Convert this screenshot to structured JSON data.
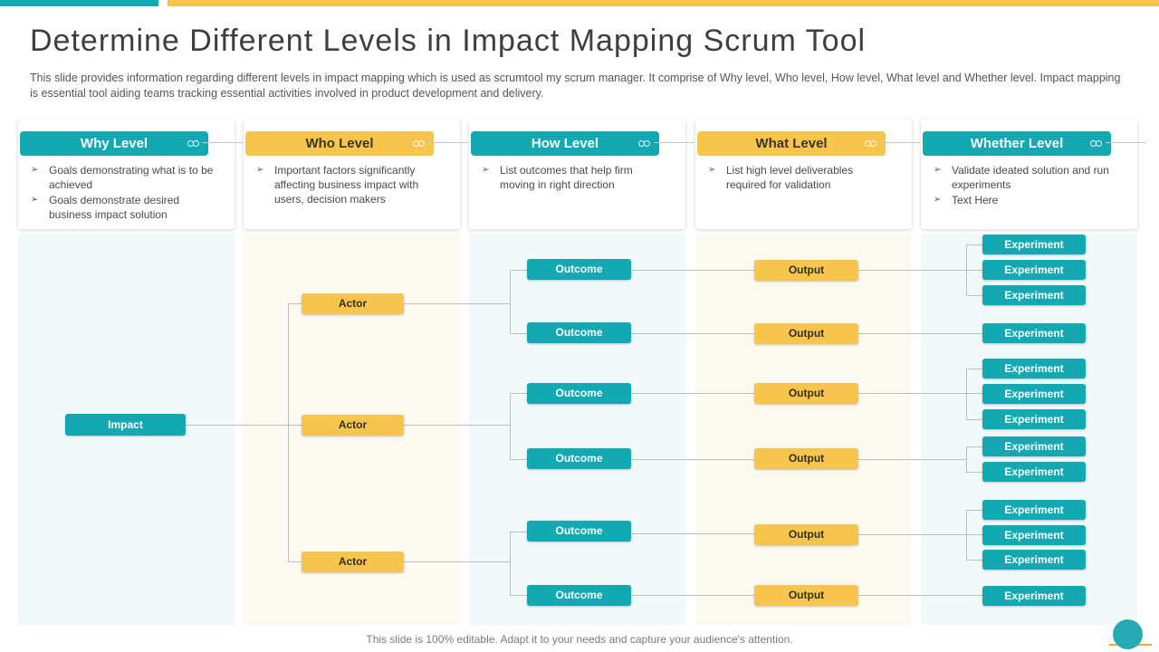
{
  "slide": {
    "title": "Determine Different Levels in Impact Mapping Scrum Tool",
    "subtitle": "This slide provides information regarding different levels in impact mapping which is used as scrumtool my scrum manager. It comprise of Why level, Who level, How level, What level and Whether level.  Impact mapping is essential tool aiding teams tracking essential activities involved in product development and delivery.",
    "footer": "This slide is 100% editable. Adapt it to your needs and capture your audience's attention."
  },
  "colors": {
    "teal": "#14A8B2",
    "yellow": "#F7C44D",
    "connector_gray": "#BEBEBE",
    "tint_blue": "#F2F9FA",
    "tint_cream": "#FCF9F1",
    "decor_orange": "#F0A93C"
  },
  "columns": [
    {
      "header": "Why Level",
      "accent": "teal",
      "bullets": [
        "Goals demonstrating what is to be achieved",
        "Goals demonstrate desired business impact solution"
      ]
    },
    {
      "header": "Who Level",
      "accent": "yellow",
      "bullets": [
        "Important factors significantly affecting business impact with users, decision makers"
      ]
    },
    {
      "header": "How Level",
      "accent": "teal",
      "bullets": [
        "List outcomes that help firm moving in right direction"
      ]
    },
    {
      "header": "What Level",
      "accent": "yellow",
      "bullets": [
        "List high level deliverables required for validation"
      ]
    },
    {
      "header": "Whether Level",
      "accent": "teal",
      "bullets": [
        "Validate ideated solution and run experiments",
        "Text Here"
      ]
    }
  ],
  "diagram": {
    "impact": "Impact",
    "actors": [
      "Actor",
      "Actor",
      "Actor"
    ],
    "outcomes": [
      "Outcome",
      "Outcome",
      "Outcome",
      "Outcome",
      "Outcome",
      "Outcome"
    ],
    "outputs": [
      "Output",
      "Output",
      "Output",
      "Output",
      "Output",
      "Output"
    ],
    "experiments": [
      "Experiment",
      "Experiment",
      "Experiment",
      "Experiment",
      "Experiment",
      "Experiment",
      "Experiment",
      "Experiment",
      "Experiment",
      "Experiment",
      "Experiment",
      "Experiment",
      "Experiment"
    ]
  }
}
